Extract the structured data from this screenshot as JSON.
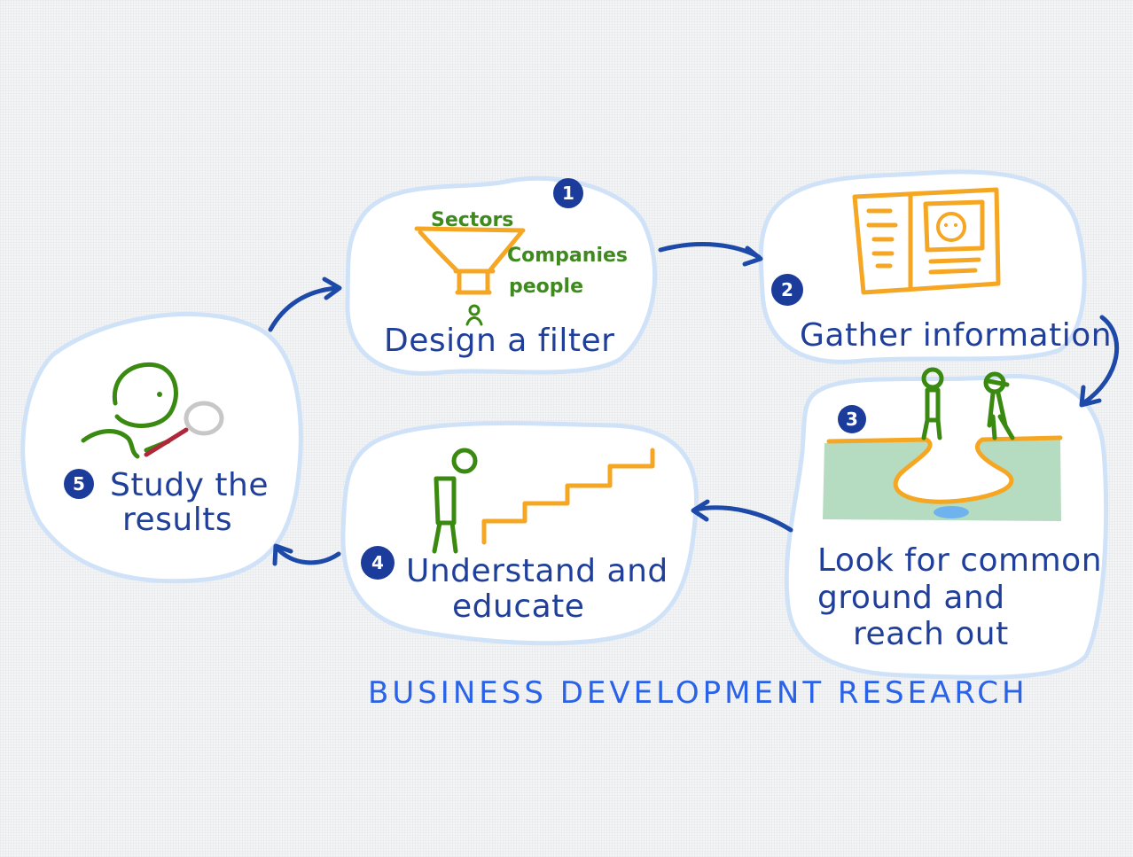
{
  "title": "BUSINESS DEVELOPMENT RESEARCH",
  "steps": [
    {
      "number": "1",
      "label": "Design a filter",
      "funnel_labels": [
        "Sectors",
        "Companies",
        "people"
      ]
    },
    {
      "number": "2",
      "label": "Gather information"
    },
    {
      "number": "3",
      "label_lines": [
        "Look for common",
        "ground and",
        "reach out"
      ]
    },
    {
      "number": "4",
      "label_lines": [
        "Understand and",
        "educate"
      ]
    },
    {
      "number": "5",
      "label_lines": [
        "Study the",
        "results"
      ]
    }
  ],
  "colors": {
    "ink_blue": "#1f3f9a",
    "title_blue": "#2a62e8",
    "cloud_outline": "#cfe2f8",
    "orange": "#f5a623",
    "green": "#3a8a12",
    "pond_green": "#b5dcc0",
    "pond_blue": "#6fb3ee"
  }
}
